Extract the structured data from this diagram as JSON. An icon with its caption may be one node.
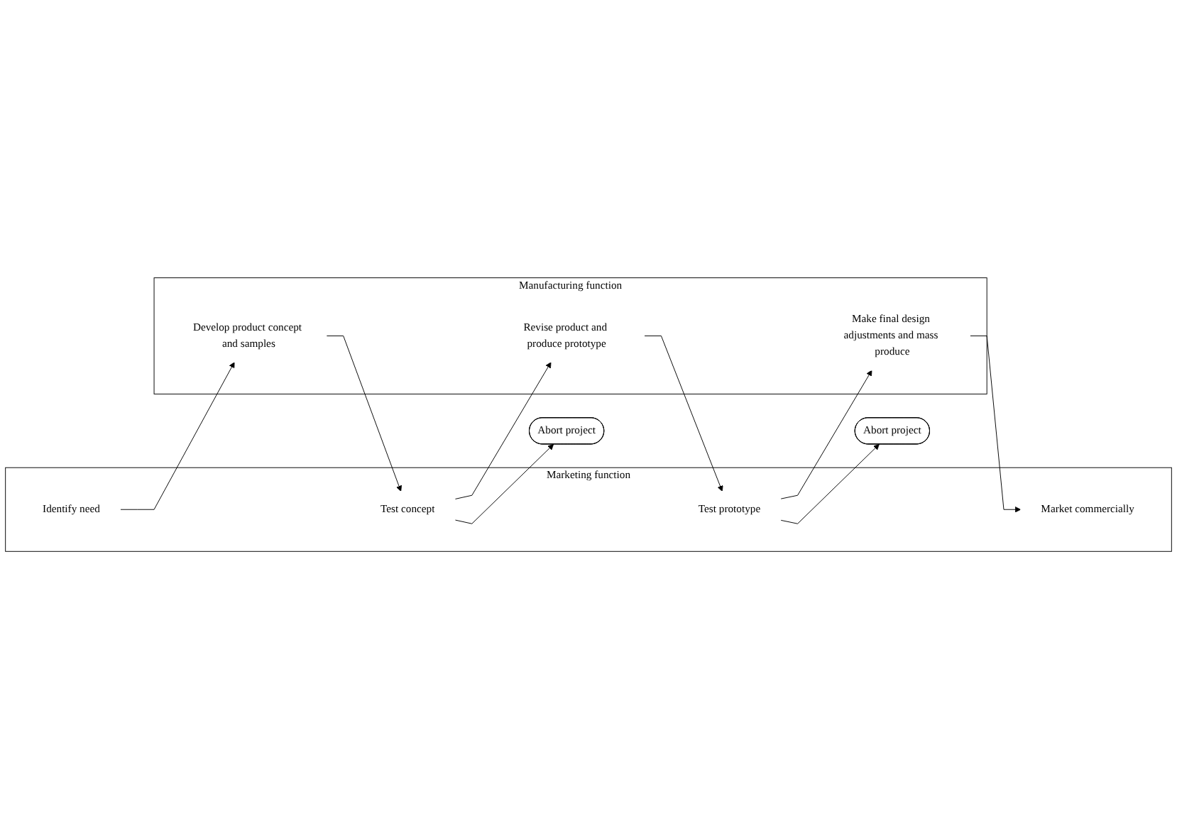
{
  "diagram": {
    "nodes": [
      {
        "text": [
          "Marketing function"
        ]
      },
      {
        "text": [
          "Identify need"
        ],
        "in": 0
      },
      {
        "text": [
          "Test concept"
        ],
        "in": 0
      },
      {
        "text": [
          "Test prototype"
        ],
        "in": 0
      },
      {
        "text": [
          "Market commercially"
        ],
        "in": 0
      },
      {
        "text": [
          "Manufacturing function"
        ]
      },
      {
        "text": [
          "Develop product concept and samples"
        ],
        "in": 5
      },
      {
        "text": [
          "Revise product and produce prototype"
        ],
        "in": 5
      },
      {
        "text": [
          "Make final design adjustments and mass produce"
        ],
        "in": 5
      },
      {
        "text": [
          "Abort project"
        ]
      },
      {
        "text": [
          "Abort project"
        ]
      }
    ],
    "edges": [
      {
        "from": 1,
        "to": 6,
        "arrow": "to"
      },
      {
        "from": 6,
        "to": 2,
        "arrow": "to"
      },
      {
        "from": 2,
        "to": 9,
        "arrow": "to"
      },
      {
        "from": 2,
        "to": 7,
        "arrow": "to"
      },
      {
        "from": 7,
        "to": 3,
        "arrow": "to"
      },
      {
        "from": 3,
        "to": 10,
        "arrow": "to"
      },
      {
        "from": 3,
        "to": 8,
        "arrow": "to"
      },
      {
        "from": 8,
        "to": 4,
        "arrow": "to"
      }
    ]
  }
}
